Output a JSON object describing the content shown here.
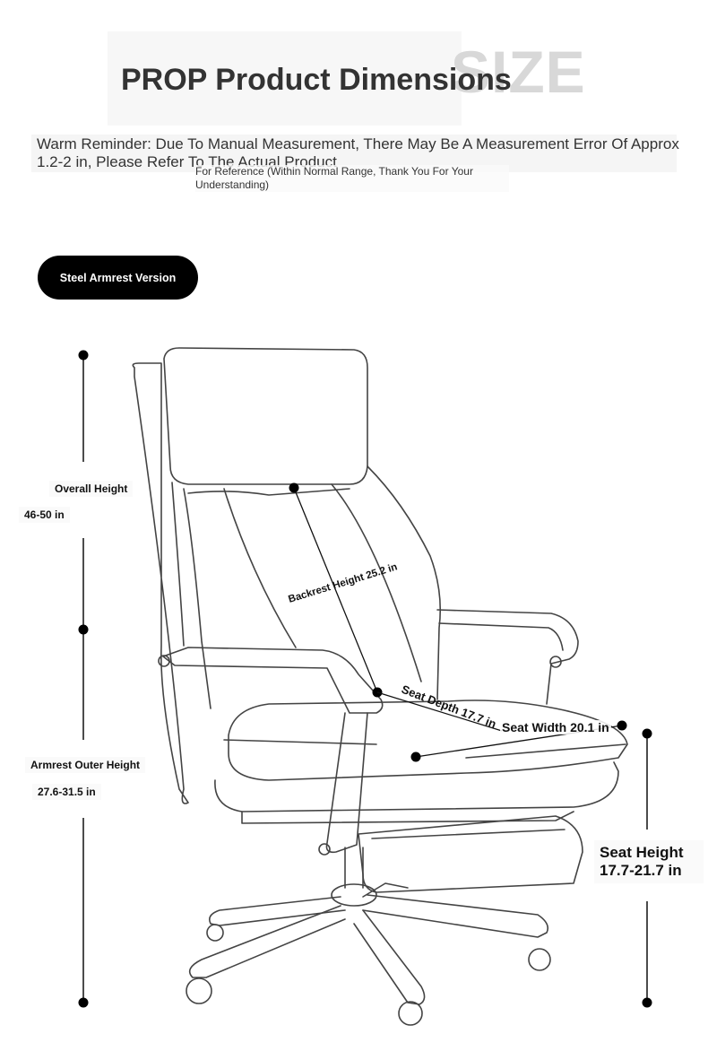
{
  "header": {
    "title": "PROP Product Dimensions",
    "size_word": "SIZE"
  },
  "reminder": {
    "line1": "Warm Reminder: Due To Manual Measurement, There May Be A Measurement Error Of Approx",
    "line2": "1.2-2 in, Please Refer To The Actual Product",
    "reference_line1": "For Reference (Within Normal Range, Thank You For Your",
    "reference_line2": "Understanding)"
  },
  "version_badge": "Steel Armrest Version",
  "dimensions": {
    "overall_height_label": "Overall Height",
    "overall_height_value": "46-50 in",
    "backrest_height": "Backrest Height 25.2 in",
    "seat_depth": "Seat Depth 17.7 in",
    "seat_width": "Seat Width 20.1 in",
    "armrest_label": "Armrest Outer Height",
    "armrest_value": "27.6-31.5 in",
    "seat_height_label": "Seat Height",
    "seat_height_value": "17.7-21.7 in"
  },
  "colors": {
    "line": "#111111",
    "sketch": "#444444",
    "badge_bg": "#000000",
    "size_word": "#d8d8d8"
  }
}
